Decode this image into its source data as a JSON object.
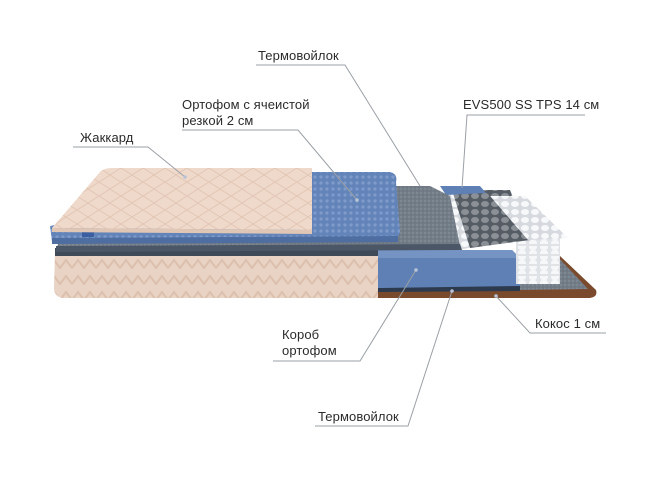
{
  "diagram": {
    "type": "mattress-cutaway",
    "colors": {
      "background": "#ffffff",
      "jacquard": "#efd9cb",
      "jacquard_shadow": "#e2c7b6",
      "orthofoam_blue": "#5f80b4",
      "orthofoam_blue_light": "#7594c4",
      "felt_gray": "#6f7882",
      "felt_dark": "#3f4a58",
      "spring_white": "#f2f3f5",
      "spring_gray": "#7c8288",
      "coconut": "#7a4a2c",
      "label_text": "#2b2b2b",
      "leader_line": "#9aa0a6"
    },
    "labels": {
      "thermofelt_top": "Термовойлок",
      "orthofoam_cell_line1": "Ортофом с ячеистой",
      "orthofoam_cell_line2": "резкой 2 см",
      "jacquard": "Жаккард",
      "spring_block": "EVS500 SS TPS 14 см",
      "box_orthofoam_line1": "Короб",
      "box_orthofoam_line2": "ортофом",
      "coconut": "Кокос 1 см",
      "thermofelt_bottom": "Термовойлок"
    }
  }
}
